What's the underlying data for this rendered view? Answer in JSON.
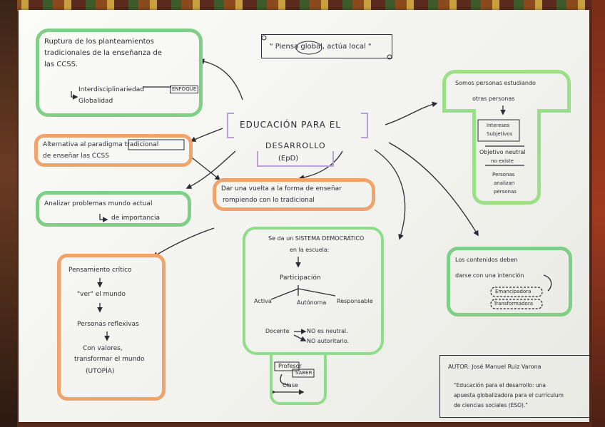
{
  "quote": "\" Piensa global, actúa local \"",
  "title": {
    "line1": "EDUCACIÓN PARA EL",
    "line2": "DESARROLLO",
    "line3": "(EpD)"
  },
  "ruptura": {
    "line1": "Ruptura de los planteamientos",
    "line2": "tradicionales de la enseñanza de",
    "line3": "las CCSS.",
    "item1": "Interdisciplinariedad",
    "item2": "Globalidad",
    "tag": "ENFOQUE"
  },
  "alternativa": {
    "line1": "Alternativa al paradigma tradicional",
    "line2": "de enseñar las CCSS"
  },
  "analizar": {
    "line1": "Analizar problemas mundo actual",
    "line2": "de importancia"
  },
  "dar_vuelta": {
    "line1": "Dar una vuelta a la forma de enseñar",
    "line2": "rompiendo con lo tradicional"
  },
  "pensamiento": {
    "l1": "Pensamiento crítico",
    "l2": "\"ver\" el mundo",
    "l3": "Personas reflexivas",
    "l4": "Con valores,",
    "l5": "transformar el mundo",
    "l6": "(UTOPÍA)"
  },
  "sistema": {
    "l1": "Se da un SISTEMA DEMOCRÁTICO",
    "l2": "en la escuela:",
    "participacion": "Participación",
    "activa": "Activa",
    "autonoma": "Autónoma",
    "responsable": "Responsable",
    "docente": "Docente",
    "no_neutral": "NO es neutral.",
    "no_autoritario": "NO autoritario.",
    "profesor": "Profesor",
    "saber": "SABER",
    "clase": "Clase"
  },
  "somos": {
    "l1": "Somos personas estudiando",
    "l2": "otras personas",
    "l3": "Intereses",
    "l4": "Subjetivos",
    "l5": "Objetivo neutral",
    "l6": "no existe",
    "l7": "Personas",
    "l8": "analizan",
    "l9": "personas"
  },
  "contenidos": {
    "l1": "Los contenidos deben",
    "l2": "darse con una intención",
    "l3": "Emancipadora",
    "l4": "Transformadora"
  },
  "autor": {
    "l1": "AUTOR: José Manuel Ruiz Varona",
    "l2": "\"Educación para el desarrollo: una",
    "l3": "apuesta globalizadora para el currículum",
    "l4": "de ciencias sociales (ESO).\""
  },
  "colors": {
    "green": "#7fcf86",
    "orange": "#f0a36a",
    "dark": "#2b2b35"
  }
}
